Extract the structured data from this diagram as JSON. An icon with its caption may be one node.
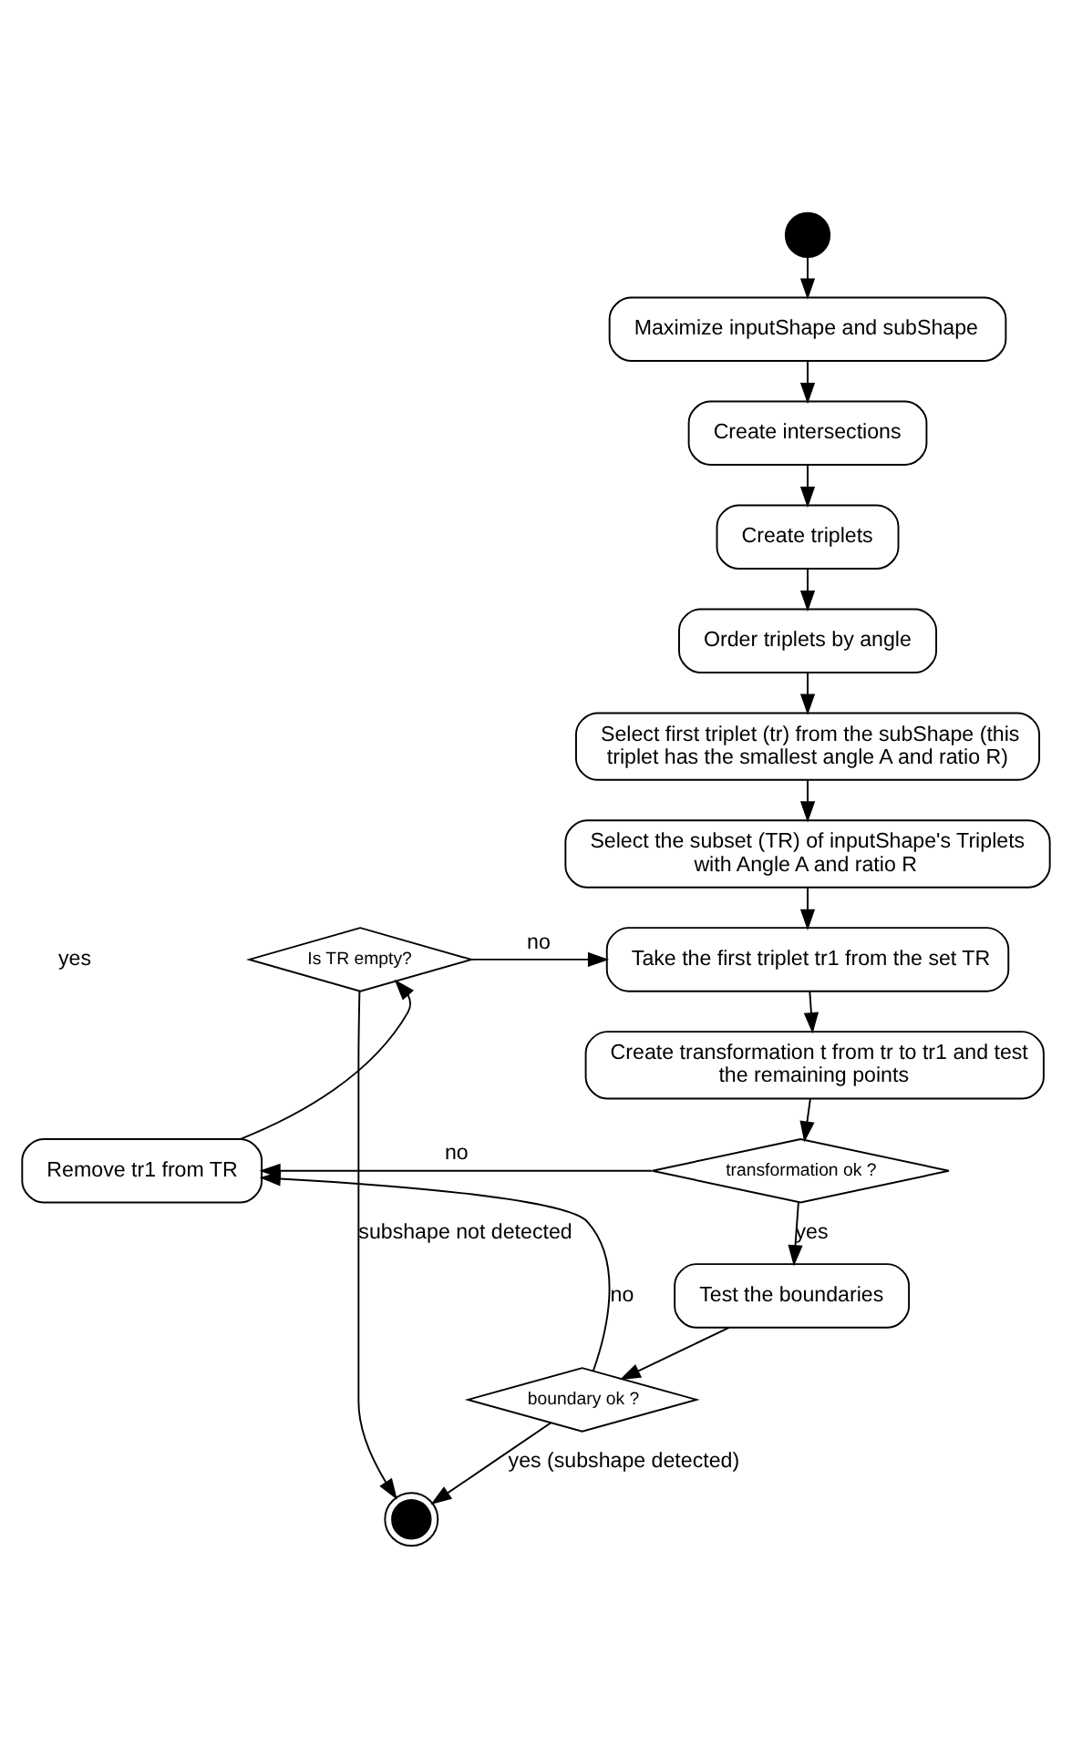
{
  "diagram": {
    "nodes": [
      {
        "text": [],
        "shape": "circle"
      },
      {
        "text": [
          "Maximize inputShape and subShape"
        ]
      },
      {
        "text": [
          "Create intersections"
        ]
      },
      {
        "text": [
          "Create triplets"
        ]
      },
      {
        "text": [
          "Order triplets by angle"
        ]
      },
      {
        "text": [
          "Select first triplet (tr) from the subShape (this triplet has the smallest angle A and ratio R)"
        ]
      },
      {
        "text": [
          "Select the subset (TR) of inputShape's Triplets with Angle A and ratio R"
        ]
      },
      {
        "text": [
          "Take the first triplet tr1 from the set TR"
        ]
      },
      {
        "text": [
          "Create transformation t from tr to tr1 and test the remaining points"
        ]
      },
      {
        "text": [
          "transformation ok ?"
        ]
      },
      {
        "text": [
          "Remove tr1 from TR"
        ]
      },
      {
        "text": [
          "Is TR empty?"
        ]
      },
      {
        "text": [
          "Test the boundaries"
        ]
      },
      {
        "text": [
          "boundary ok ?"
        ]
      },
      {
        "text": [],
        "shape": "bullseye"
      }
    ],
    "edges": [
      {
        "from": 0,
        "to": 1,
        "arrow": "to"
      },
      {
        "from": 1,
        "to": 2,
        "arrow": "to"
      },
      {
        "from": 2,
        "to": 3,
        "arrow": "to"
      },
      {
        "from": 3,
        "to": 4,
        "arrow": "to"
      },
      {
        "from": 4,
        "to": 5,
        "arrow": "to"
      },
      {
        "from": 5,
        "to": 6,
        "arrow": "to"
      },
      {
        "from": 6,
        "to": 7,
        "arrow": "to"
      },
      {
        "from": 7,
        "to": 8,
        "arrow": "to"
      },
      {
        "from": 8,
        "to": 9,
        "arrow": "to"
      },
      {
        "from": 9,
        "to": 10,
        "arrow": "to",
        "label": "no"
      },
      {
        "from": 9,
        "to": 12,
        "arrow": "to",
        "label": "yes"
      },
      {
        "from": 12,
        "to": 13,
        "arrow": "to"
      },
      {
        "from": 13,
        "to": 10,
        "arrow": "to",
        "label": "no"
      },
      {
        "from": 13,
        "to": 14,
        "arrow": "to",
        "label": "yes (subshape detected)"
      },
      {
        "from": 10,
        "to": 11,
        "arrow": "to"
      },
      {
        "from": 11,
        "to": 7,
        "arrow": "to",
        "label": "no"
      },
      {
        "from": 11,
        "to": 14,
        "arrow": "to",
        "label": "subshape not detected"
      }
    ],
    "labels": [
      "yes"
    ]
  }
}
